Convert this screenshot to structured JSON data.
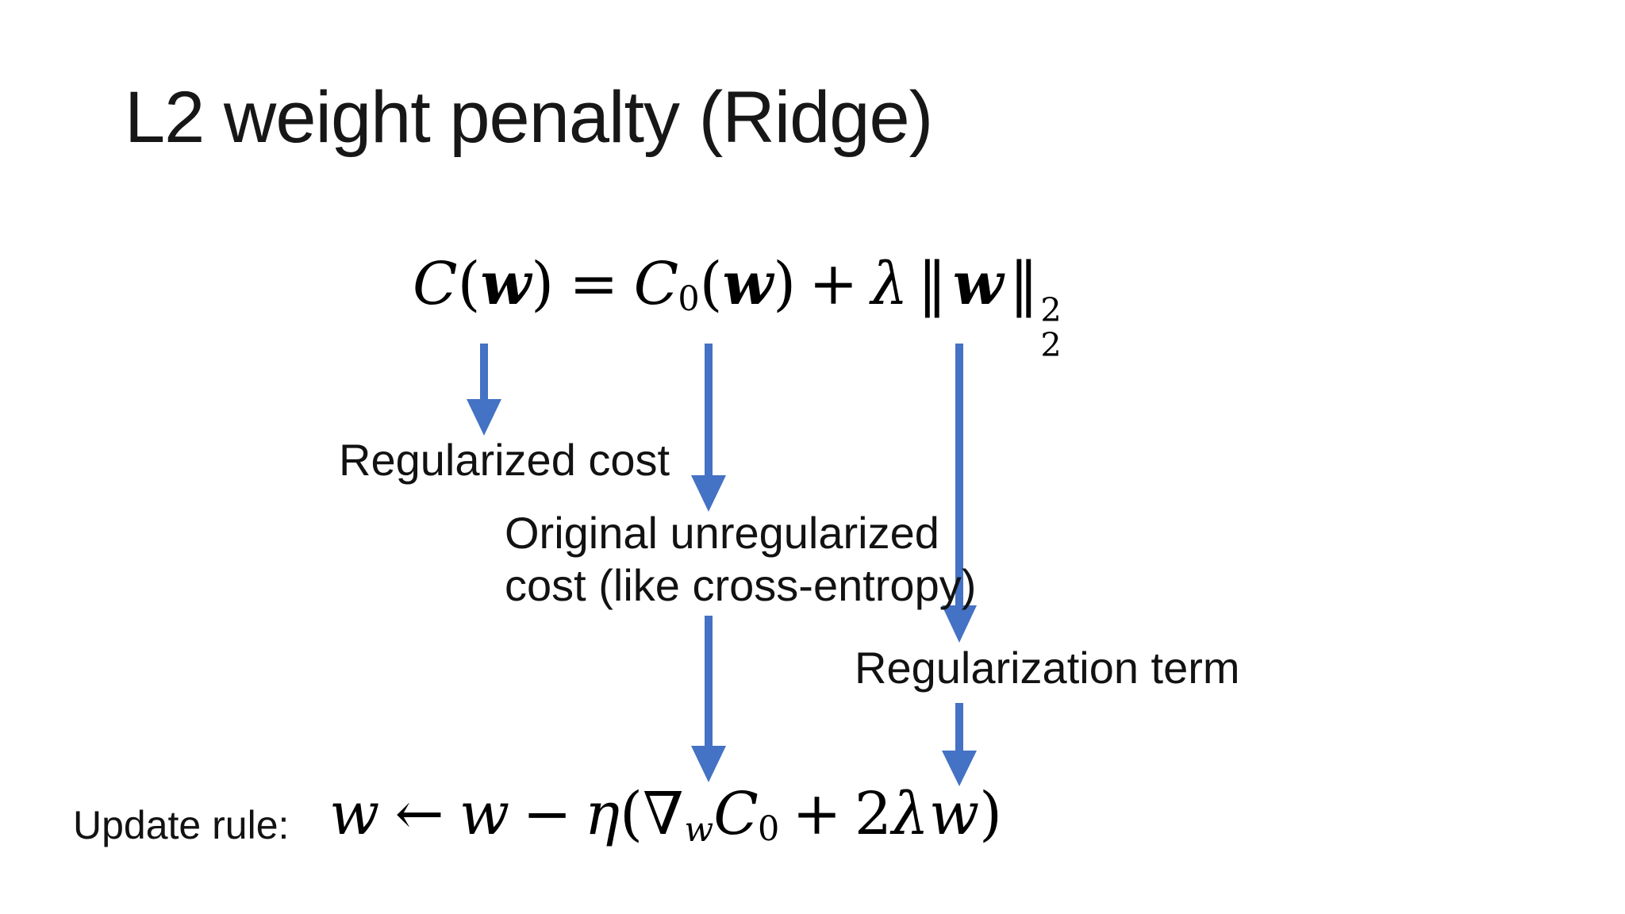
{
  "slide": {
    "title": "L2 weight penalty (Ridge)",
    "background": "#ffffff",
    "text_color": "#121212"
  },
  "main_formula": {
    "C1": "C",
    "lp1": "(",
    "w1": "w",
    "rp1": ")",
    "eq": "=",
    "C2": "C",
    "sub0": "0",
    "lp2": "(",
    "w2": "w",
    "rp2": ")",
    "plus": "+",
    "lambda": "λ",
    "norm_l": "‖",
    "w3": "w",
    "norm_r": "‖",
    "sup2": "2",
    "sub2": "2"
  },
  "labels": {
    "regularized_cost": "Regularized cost",
    "original_line1": "Original unregularized",
    "original_line2": "cost (like cross-entropy)",
    "regularization_term": "Regularization term",
    "update_rule": "Update rule:"
  },
  "update_formula": {
    "w1": "w",
    "larr": "←",
    "w2": "w",
    "minus": "−",
    "eta": "η",
    "lp": "(",
    "nabla": "∇",
    "subw": "w",
    "C": "C",
    "sub0": "0",
    "plus": "+",
    "two": "2",
    "lambda": "λ",
    "w3": "w",
    "rp": ")"
  },
  "arrows": {
    "color": "#4472C4"
  }
}
